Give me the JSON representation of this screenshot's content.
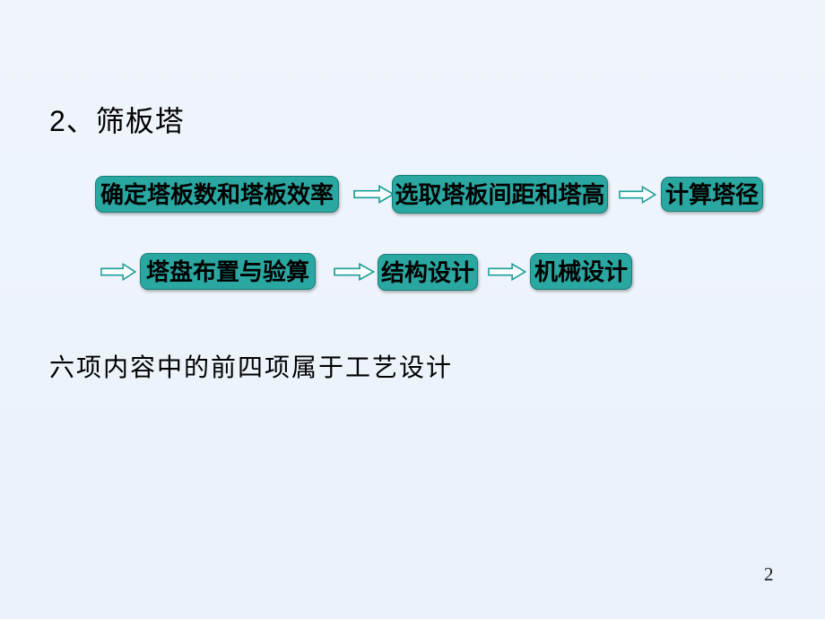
{
  "slide": {
    "title": "2、筛板塔",
    "flow": {
      "row1": [
        "确定塔板数和塔板效率",
        "选取塔板间距和塔高",
        "计算塔径"
      ],
      "row2": [
        "塔盘布置与验算",
        "结构设计",
        "机械设计"
      ]
    },
    "note": "六项内容中的前四项属于工艺设计",
    "page_number": "2",
    "colors": {
      "background": "#EDF3FB",
      "box_fill": "#2AA7A1",
      "box_border": "#157F7B",
      "arrow_stroke": "#1B9E98",
      "arrow_fill": "#FBFDFE",
      "text": "#000000"
    },
    "icons": {
      "flow_arrow": "right-block-arrow"
    }
  }
}
